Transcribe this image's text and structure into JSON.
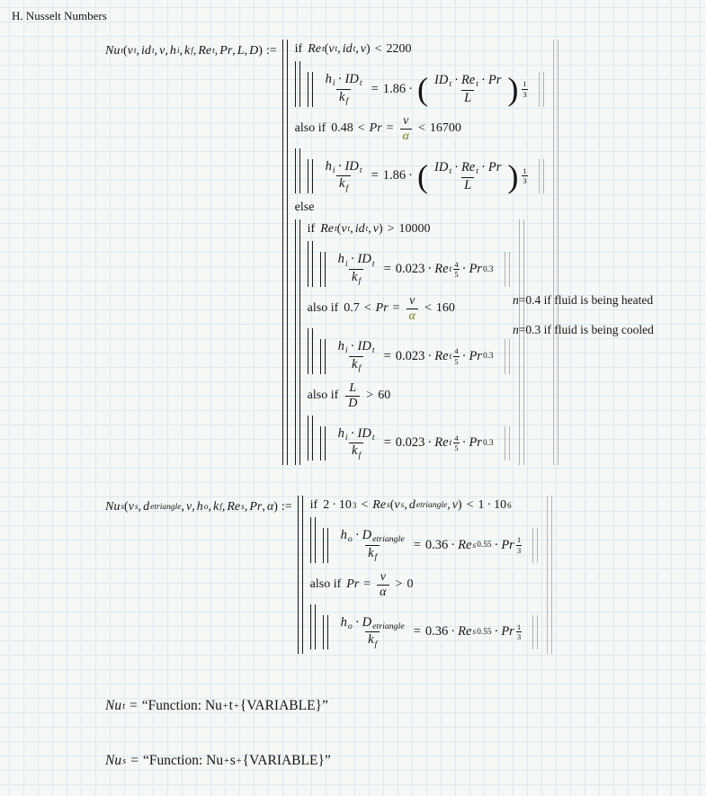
{
  "title": "H. Nusselt Numbers",
  "kw": {
    "if_": "if",
    "also_if": "also if",
    "else_": "else",
    "assign": ":="
  },
  "sym": {
    "Nu": "Nu",
    "v": "v",
    "id": "id",
    "nu": "ν",
    "h": "h",
    "k": "k",
    "Re": "Re",
    "Pr": "Pr",
    "L": "L",
    "D": "D",
    "ID": "ID",
    "d": "d",
    "alpha": "α",
    "dot": "·",
    "comma": ",",
    "lp": "(",
    "rp": ")",
    "lt": "<",
    "gt": ">",
    "eq": "="
  },
  "subs": {
    "t": "t",
    "i": "i",
    "f": "f",
    "s": "s",
    "o": "o",
    "etriangle": "etriangle"
  },
  "nums": {
    "n2200": "2200",
    "n048": "0.48",
    "n16700": "16700",
    "n186": "1.86",
    "n10000": "10000",
    "n0023": "0.023",
    "n03": "0.3",
    "n07": "0.7",
    "n160": "160",
    "n60": "60",
    "n036": "0.36",
    "n055": "0.55",
    "n1": "1",
    "n2": "2",
    "n3": "3",
    "n4": "4",
    "n5": "5",
    "n6": "6",
    "n10": "10",
    "n0": "0"
  },
  "notes": {
    "heated_var": "n",
    "heated_text": "=0.4 if fluid is being heated",
    "cooled_var": "n",
    "cooled_text": "=0.3 if fluid is being cooled"
  },
  "results": {
    "prefix": "“Function: Nu",
    "plus": "+",
    "t": "t",
    "s": "s",
    "suffix": "{VARIABLE}”"
  },
  "colors": {
    "alpha_unit": "#6f7d1e",
    "grid_line": "#dde9f6",
    "background": "#f5f8f4",
    "bar_dark": "#1a1a1a",
    "bar_gray": "#b3b3b3"
  }
}
